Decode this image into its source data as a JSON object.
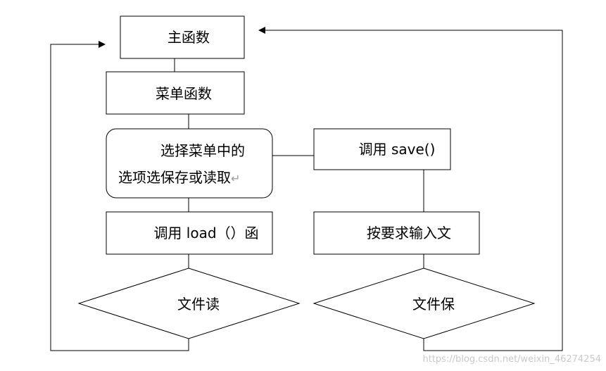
{
  "nodes": {
    "main_function": "主函数",
    "menu_function": "菜单函数",
    "choose_line1": "选择菜单中的",
    "choose_line2": "选项选保存或读取",
    "return_mark": "↵",
    "call_save": "调用 save()",
    "call_load": "调用 load（）函",
    "input_per_request": "按要求输入文",
    "file_read": "文件读",
    "file_save": "文件保"
  },
  "watermark": "https://blog.csdn.net/weixin_46274254"
}
